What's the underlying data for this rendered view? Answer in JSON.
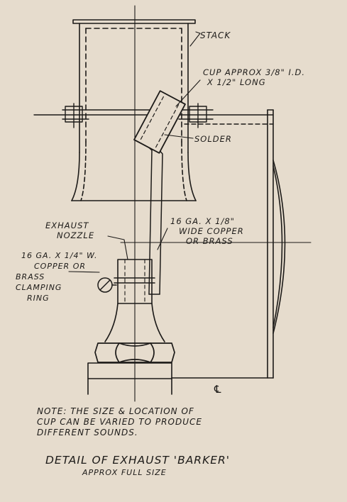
{
  "labels": {
    "stack": "STACK",
    "cup_line1": "CUP APPROX 3/8\" I.D.",
    "cup_line2": "X 1/2\" LONG",
    "solder": "SOLDER",
    "exhaust_line1": "EXHAUST",
    "exhaust_line2": "NOZZLE",
    "strap_line1": "16 GA. X 1/8\"",
    "strap_line2": "WIDE COPPER",
    "strap_line3": "OR BRASS",
    "ring_line1": "16 GA. X 1/4\" W.",
    "ring_line2": "COPPER OR",
    "ring_line3": "BRASS",
    "ring_line4": "CLAMPING",
    "ring_line5": "RING",
    "centerline_mark": "℄"
  },
  "note": {
    "line1": "NOTE:  THE SIZE & LOCATION OF",
    "line2": "CUP CAN BE VARIED TO PRODUCE",
    "line3": "DIFFERENT SOUNDS."
  },
  "title": {
    "main": "DETAIL OF EXHAUST 'BARKER'",
    "sub": "APPROX   FULL   SIZE"
  },
  "colors": {
    "paper": "#e6dccd",
    "ink": "#1c1a18"
  }
}
